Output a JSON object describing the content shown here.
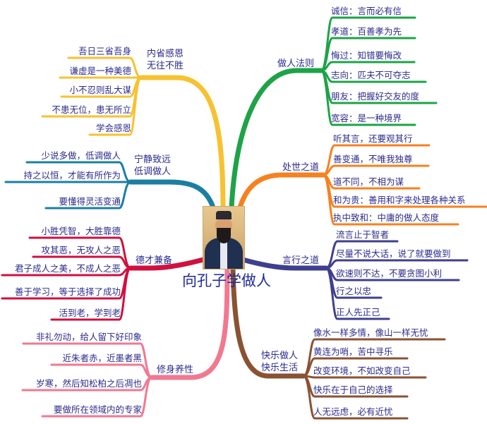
{
  "title": "向孔子学做人",
  "branches": [
    {
      "id": "neixing",
      "label": [
        "内省感恩",
        "无往不胜"
      ],
      "color": "#f7c232",
      "items": [
        "吾日三省吾身",
        "谦虚是一种美德",
        "小不忍则乱大谋",
        "不患无位，患无所立",
        "学会感恩"
      ]
    },
    {
      "id": "ningjing",
      "label": [
        "宁静致远",
        "低调做人"
      ],
      "color": "#1b7fa3",
      "items": [
        "少说多做，低调做人",
        "持之以恒，才能有所作为",
        "要懂得灵活变通"
      ]
    },
    {
      "id": "zuoren",
      "label": [
        "做人法则"
      ],
      "color": "#1ea348",
      "items": [
        "诚信：言而必有信",
        "孝道：百善孝为先",
        "悔过：知错要悔改",
        "志向：匹夫不可夺志",
        "朋友：把握好交友的度",
        "宽容：是一种境界"
      ]
    },
    {
      "id": "chushi",
      "label": [
        "处世之道"
      ],
      "color": "#f58220",
      "items": [
        "听其言，还要观其行",
        "善变通，不唯我独尊",
        "道不同，不相为谋",
        "和为贵：善用和字来处理各种关系",
        "执中致和：中庸的做人态度"
      ]
    },
    {
      "id": "yanxing",
      "label": [
        "言行之道"
      ],
      "color": "#3f3f8f",
      "items": [
        "流言止于智者",
        "尽量不说大话，说了就要做到",
        "欲速则不达，不要贪图小利",
        "行之以忠",
        "正人先正己"
      ]
    },
    {
      "id": "decai",
      "label": [
        "德才兼备"
      ],
      "color": "#d0103e",
      "items": [
        "小胜凭智，大胜靠德",
        "攻其恶，无攻人之恶",
        "君子成人之美，不成人之恶",
        "善于学习，等于选择了成功",
        "活到老，学到老"
      ]
    },
    {
      "id": "xiushen",
      "label": [
        "修身养性"
      ],
      "color": "#f27890",
      "items": [
        "非礼勿动，给人留下好印象",
        "近朱者赤，近墨者黑",
        "岁寒，然后知松柏之后凋也",
        "要做所在领域内的专家"
      ]
    },
    {
      "id": "kuaile",
      "label": [
        "快乐做人",
        "快乐生活"
      ],
      "color": "#8a5232",
      "items": [
        "像水一样多情，像山一样无忧",
        "黄连为哨，苦中寻乐",
        "改变环境，不如改变自己",
        "快乐在于自己的选择",
        "人无远虑，必有近忧"
      ]
    }
  ]
}
